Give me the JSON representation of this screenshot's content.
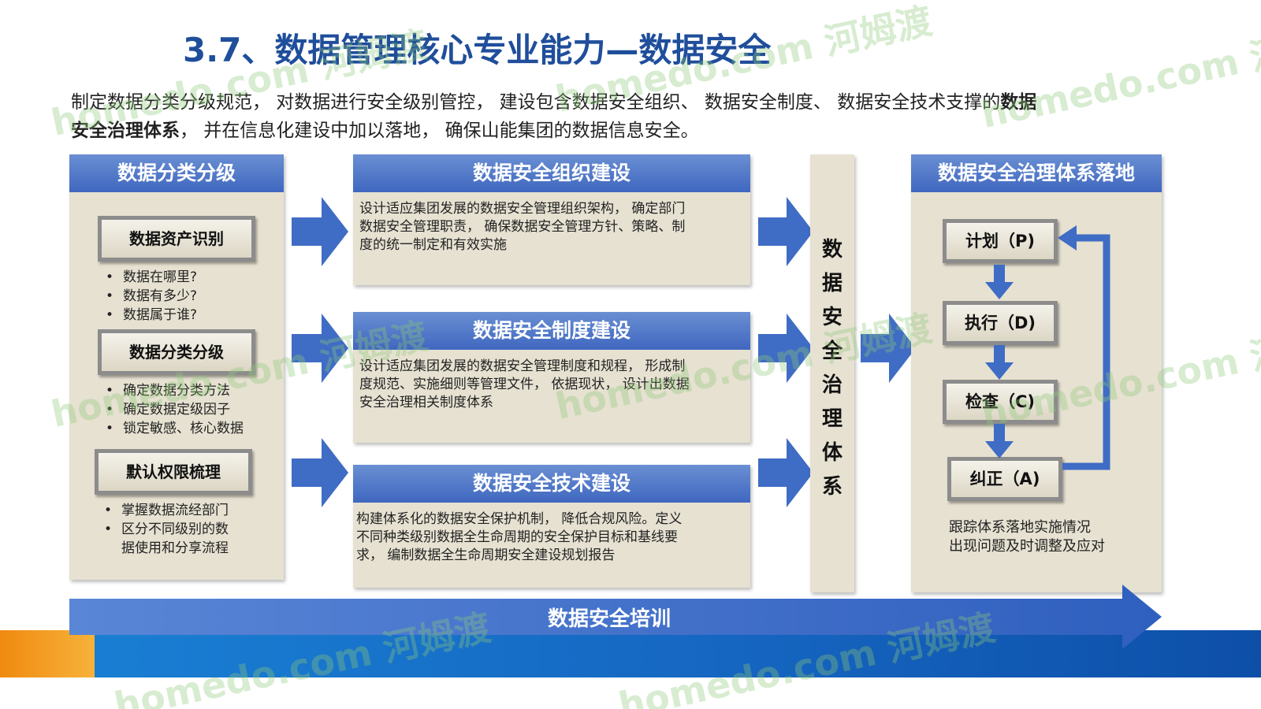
{
  "title": "3.7、数据管理核心专业能力—数据安全",
  "intro": {
    "text_before": "制定数据分类分级规范， 对数据进行安全级别管控， 建设包含数据安全组织、 数据安全制度、 数据安全技术支撑的",
    "bold_1": "数据",
    "bold_2": "安全治理体系",
    "text_after": "， 并在信息化建设中加以落地， 确保山能集团的数据信息安全。"
  },
  "left_panel": {
    "title": "数据分类分级",
    "groups": [
      {
        "label": "数据资产识别",
        "items": [
          "数据在哪里?",
          "数据有多少?",
          "数据属于谁?"
        ]
      },
      {
        "label": "数据分类分级",
        "items": [
          "确定数据分类方法",
          "确定数据定级因子",
          "锁定敏感、核心数据"
        ]
      },
      {
        "label": "默认权限梳理",
        "items": [
          "掌握数据流经部门",
          "区分不同级别的数",
          "据使用和分享流程"
        ]
      }
    ]
  },
  "middle_panels": [
    {
      "title": "数据安全组织建设",
      "lines": [
        "设计适应集团发展的数据安全管理组织架构， 确定部门",
        "数据安全管理职责， 确保数据安全管理方针、策略、制",
        "度的统一制定和有效实施"
      ]
    },
    {
      "title": "数据安全制度建设",
      "lines": [
        "设计适应集团发展的数据安全管理制度和规程， 形成制",
        "度规范、实施细则等管理文件， 依据现状， 设计出数据",
        "安全治理相关制度体系"
      ]
    },
    {
      "title": "数据安全技术建设",
      "lines": [
        "构建体系化的数据安全保护机制， 降低合规风险。定义",
        "不同种类级别数据全生命周期的安全保护目标和基线要",
        "求， 编制数据全生命周期安全建设规划报告"
      ]
    }
  ],
  "vertical_label": [
    "数",
    "据",
    "安",
    "全",
    "治",
    "理",
    "体",
    "系"
  ],
  "right_panel": {
    "title": "数据安全治理体系落地",
    "steps": [
      "计划（P)",
      "执行（D)",
      "检查（C)",
      "纠正（A)"
    ],
    "notes": [
      "跟踪体系落地实施情况",
      "出现问题及时调整及应对"
    ]
  },
  "training": "数据安全培训",
  "watermarks": [
    "homedo.com 河姆渡"
  ],
  "colors": {
    "title": "#1f4e9b",
    "panel_head": "#4a72c6",
    "panel_bg": "#e6e1d1",
    "arrow": "#3f6cc4"
  }
}
